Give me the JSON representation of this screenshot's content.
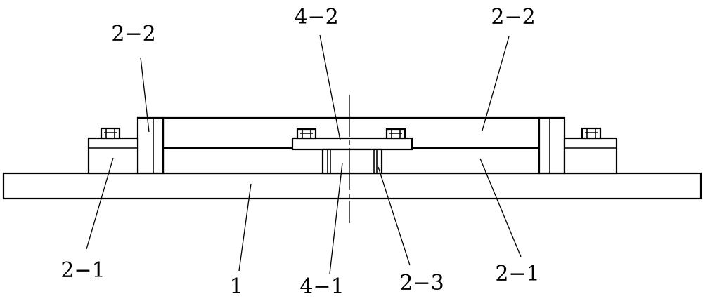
{
  "labels": {
    "bracket_top_left": "2−2",
    "bracket_top_right": "2−2",
    "center_top": "4−2",
    "bottom_left": "2−1",
    "base": "1",
    "center_bottom": "4−1",
    "spacer": "2−3",
    "bottom_right": "2−1"
  }
}
